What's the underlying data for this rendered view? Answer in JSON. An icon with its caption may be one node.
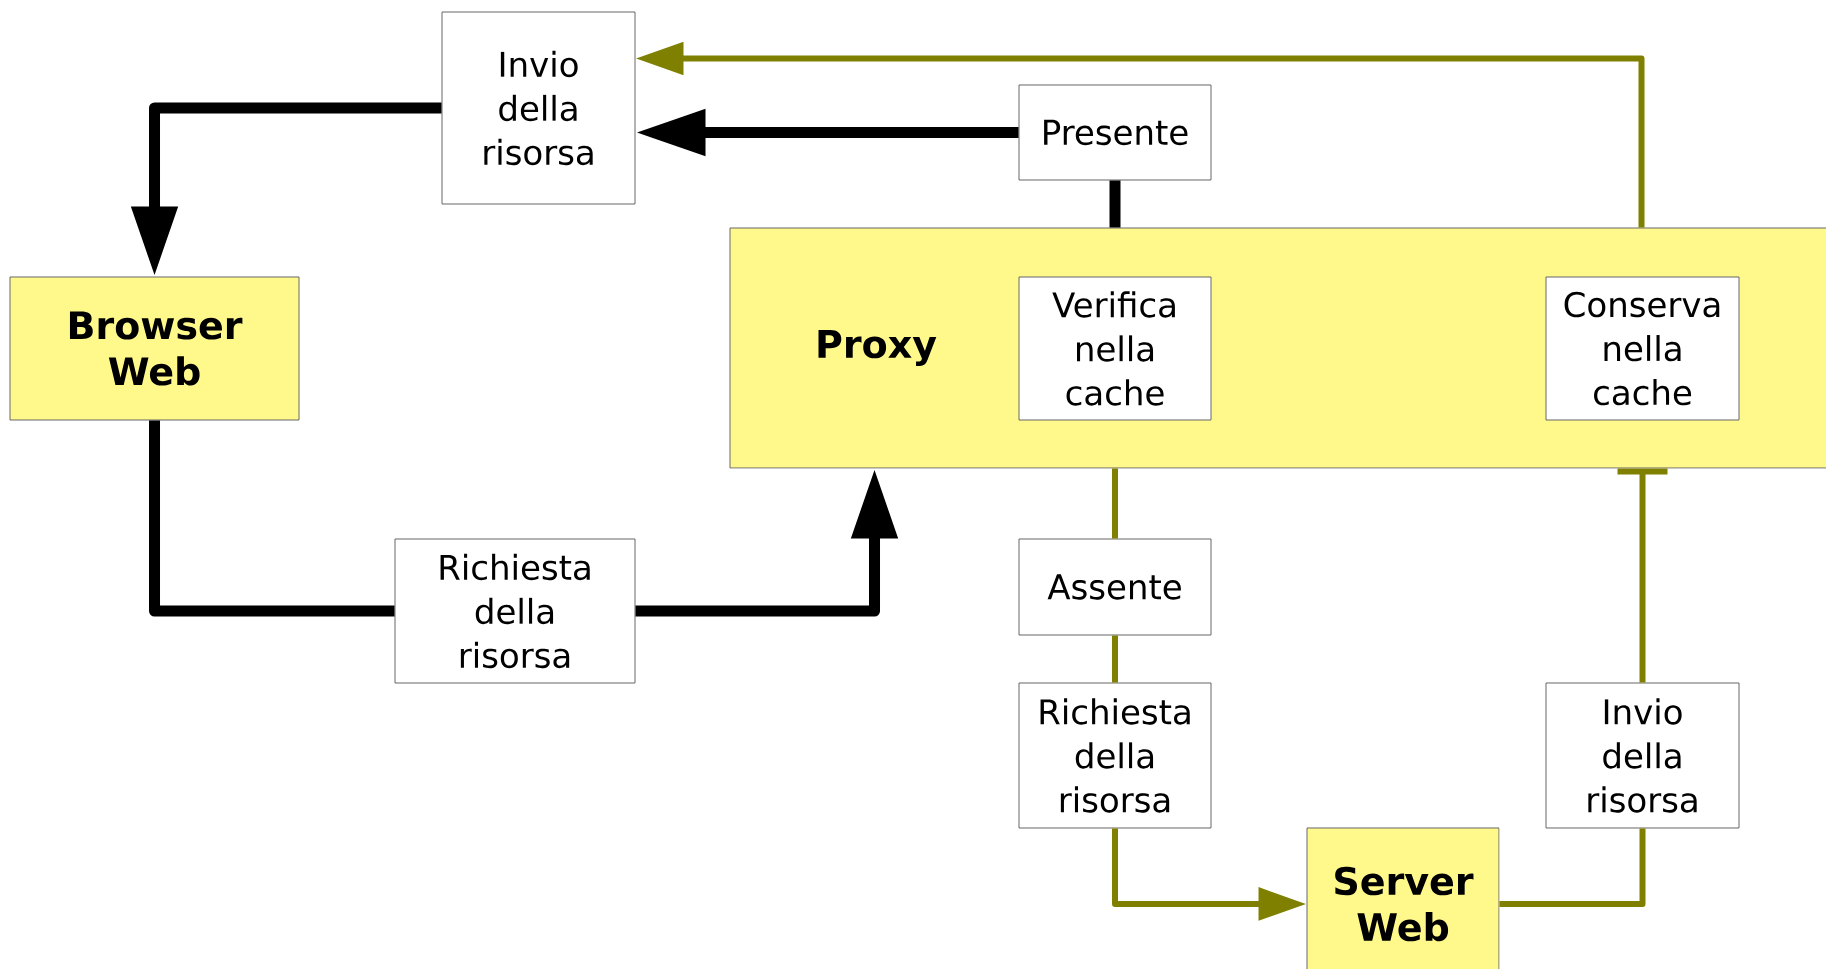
{
  "diagram": {
    "nodes": [
      {
        "text": [
          "Invio della risorsa"
        ]
      },
      {
        "text": [
          "Presente"
        ]
      },
      {
        "text": [
          "Browser Web"
        ]
      },
      {
        "text": [
          "Proxy"
        ]
      },
      {
        "text": [
          "Verifica nella cache"
        ],
        "in": 3
      },
      {
        "text": [
          "Conserva nella cache"
        ],
        "in": 3
      },
      {
        "text": [
          "Richiesta della risorsa"
        ]
      },
      {
        "text": [
          "Assente"
        ]
      },
      {
        "text": [
          "Richiesta della risorsa"
        ]
      },
      {
        "text": [
          "Invio della risorsa"
        ]
      },
      {
        "text": [
          "Server Web"
        ]
      }
    ],
    "edges": [
      {
        "from": 0,
        "to": 2,
        "arrow": "to",
        "style": "thick",
        "color": "#000000"
      },
      {
        "from": 1,
        "to": 0,
        "arrow": "to",
        "style": "thick",
        "color": "#000000"
      },
      {
        "from": 3,
        "to": 1,
        "arrow": "none",
        "style": "thick",
        "color": "#000000"
      },
      {
        "from": 2,
        "to": 6,
        "arrow": "none",
        "style": "thick",
        "color": "#000000"
      },
      {
        "from": 6,
        "to": 3,
        "arrow": "to",
        "style": "thick",
        "color": "#000000"
      },
      {
        "from": 3,
        "to": 7,
        "arrow": "none"
      },
      {
        "from": 7,
        "to": 8,
        "arrow": "none"
      },
      {
        "from": 8,
        "to": 10,
        "arrow": "to"
      },
      {
        "from": 10,
        "to": 9,
        "arrow": "none"
      },
      {
        "from": 9,
        "to": 3,
        "arrow": "other"
      },
      {
        "from": 3,
        "to": 0,
        "arrow": "to"
      }
    ]
  }
}
